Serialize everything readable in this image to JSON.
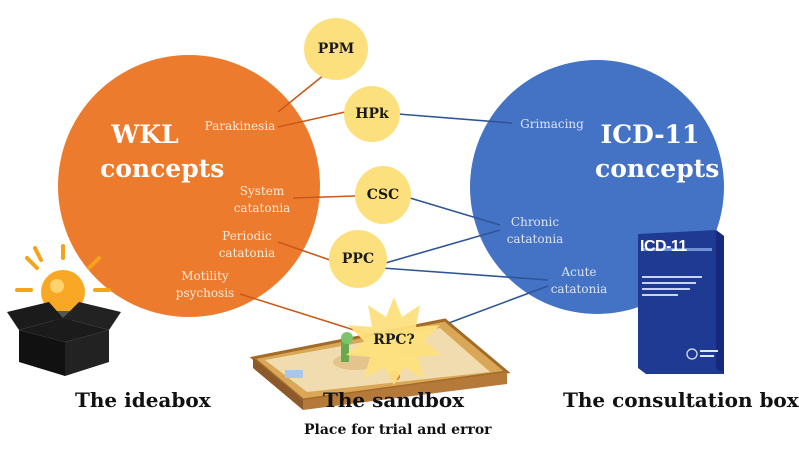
{
  "wkl": {
    "title_line1": "WKL",
    "title_line2": "concepts",
    "items": [
      "Parakinesia",
      "System",
      "catatonia",
      "Periodic",
      "catatonia",
      "Motility",
      "psychosis"
    ]
  },
  "icd": {
    "title_line1": "ICD-11",
    "title_line2": "concepts",
    "items": [
      "Grimacing",
      "Chronic",
      "catatonia",
      "Acute",
      "catatonia"
    ]
  },
  "nodes": {
    "ppm": "PPM",
    "hpk": "HPk",
    "csc": "CSC",
    "ppc": "PPC",
    "rpc": "RPC?"
  },
  "captions": {
    "ideabox": "The ideabox",
    "sandbox": "The sandbox",
    "sandbox_sub": "Place for trial and error",
    "consultation": "The consultation box"
  },
  "book": {
    "title": "ICD-11"
  },
  "colors": {
    "wkl": "#ec7b2d",
    "icd": "#4472c4",
    "node": "#fde07e",
    "orange_line": "#c85a1a",
    "blue_line": "#2f5597"
  }
}
